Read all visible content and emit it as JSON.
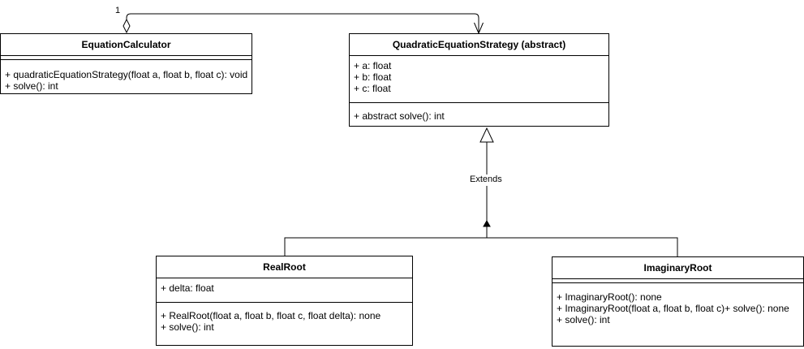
{
  "classes": {
    "equation_calculator": {
      "name": "EquationCalculator",
      "attributes": [],
      "methods": [
        "+ quadraticEquationStrategy(float a, float b, float c): void",
        "+ solve(): int"
      ]
    },
    "quadratic_strategy": {
      "name": "QuadraticEquationStrategy (abstract)",
      "attributes": [
        "+ a: float",
        "+ b: float",
        "+ c: float"
      ],
      "methods": [
        "+ abstract solve(): int"
      ]
    },
    "real_root": {
      "name": "RealRoot",
      "attributes": [
        "+ delta: float"
      ],
      "methods": [
        "+ RealRoot(float a, float b, float c, float delta): none",
        "+ solve(): int"
      ]
    },
    "imaginary_root": {
      "name": "ImaginaryRoot",
      "attributes": [],
      "methods": [
        "+ ImaginaryRoot(): none",
        "+ ImaginaryRoot(float a, float b, float c)+ solve(): none",
        "+ solve(): int"
      ]
    }
  },
  "relationships": {
    "aggregation": {
      "from": "EquationCalculator",
      "to": "QuadraticEquationStrategy (abstract)",
      "multiplicity": "1"
    },
    "generalization": {
      "label": "Extends",
      "parent": "QuadraticEquationStrategy (abstract)",
      "children": [
        "RealRoot",
        "ImaginaryRoot"
      ]
    }
  },
  "colors": {
    "stroke": "#000000",
    "fill": "#ffffff"
  }
}
